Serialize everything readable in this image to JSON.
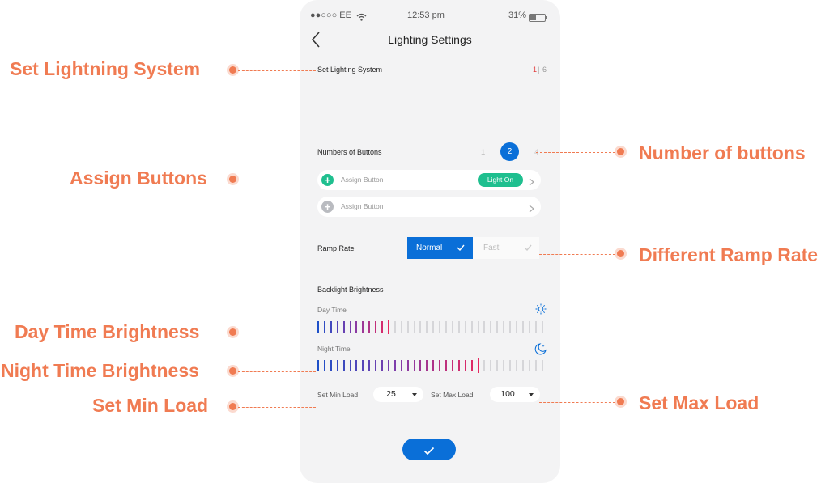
{
  "status_bar": {
    "carrier": "●●○○○ EE",
    "time": "12:53 pm",
    "battery": "31%"
  },
  "header": {
    "title": "Lighting Settings"
  },
  "lighting_system": {
    "label": "Set Lighting System",
    "page_current": "1",
    "page_sep": "|",
    "page_total": "6"
  },
  "buttons_count": {
    "label": "Numbers of Buttons",
    "options": [
      "1",
      "2",
      "4"
    ],
    "selected": "2"
  },
  "assign": [
    {
      "label": "Assign Button",
      "action": "Light On",
      "active": true
    },
    {
      "label": "Assign Button",
      "active": false
    }
  ],
  "ramp": {
    "label": "Ramp Rate",
    "normal": "Normal",
    "fast": "Fast",
    "selected": "Normal"
  },
  "backlight": {
    "title": "Backlight  Brightness",
    "day_label": "Day Time",
    "night_label": "Night Time",
    "total_ticks": 36,
    "day_level_ticks": 12,
    "night_level_ticks": 26
  },
  "loads": {
    "min_label": "Set Min Load",
    "min_value": "25",
    "max_label": "Set Max Load",
    "max_value": "100"
  },
  "confirm": {
    "icon": "check-icon"
  },
  "colors": {
    "accent_blue": "#0a6fd8",
    "green": "#1fbf8f",
    "callout": "#f07b52",
    "tick_gray": "#d6d6d9"
  },
  "callouts": {
    "set_lighting": "Set Lightning System",
    "number_buttons": "Number of buttons",
    "assign_buttons": "Assign Buttons",
    "ramp_rate": "Different Ramp Rate",
    "day_brightness": "Day Time Brightness",
    "night_brightness": "Night Time Brightness",
    "min_load": "Set Min Load",
    "max_load": "Set Max Load"
  }
}
